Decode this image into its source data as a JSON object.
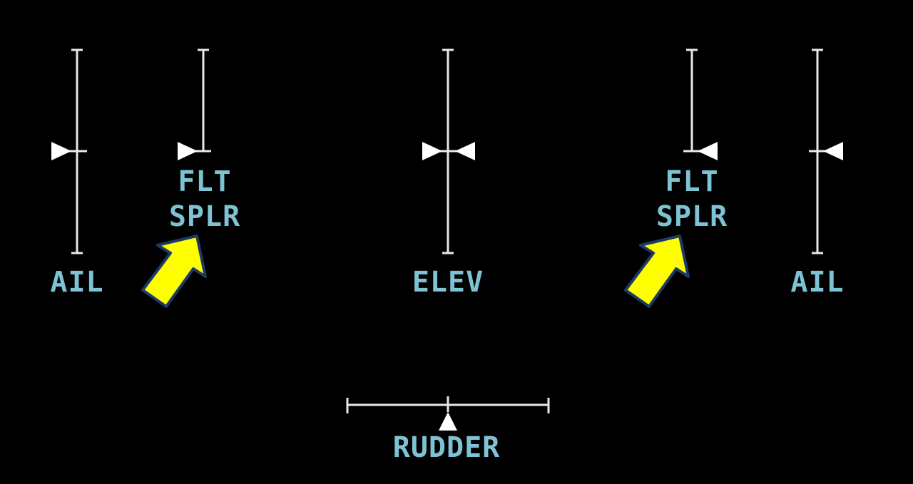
{
  "colors": {
    "background": "#000000",
    "scale": "#e8e8e8",
    "label": "#7ec3d4",
    "pointer": "#ffffff",
    "arrow_fill": "#ffff00",
    "arrow_outline": "#1c3a66"
  },
  "indicators": {
    "left_aileron": {
      "label": "AIL",
      "pointer_icon": "right-pointing-triangle"
    },
    "left_flight_spoiler": {
      "label_line1": "FLT",
      "label_line2": "SPLR",
      "pointer_icon": "right-pointing-triangle"
    },
    "elevator": {
      "label": "ELEV",
      "pointer_icon": "bowtie-triangles"
    },
    "right_flight_spoiler": {
      "label_line1": "FLT",
      "label_line2": "SPLR",
      "pointer_icon": "left-pointing-triangle"
    },
    "right_aileron": {
      "label": "AIL",
      "pointer_icon": "left-pointing-triangle"
    },
    "rudder": {
      "label": "RUDDER",
      "pointer_icon": "up-pointing-triangle"
    }
  },
  "callouts": {
    "icon": "yellow-arrow"
  }
}
